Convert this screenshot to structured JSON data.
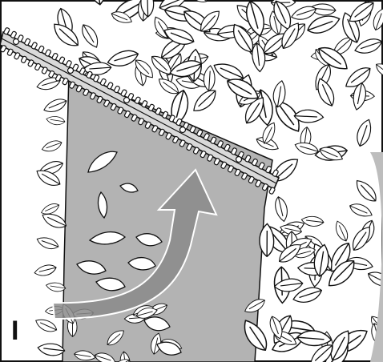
{
  "step": {
    "label": "I"
  },
  "colors": {
    "outline": "#111111",
    "hedge_fill": "#bdbdbd",
    "trimmed_face": "#b3b3b3",
    "leaf_fill": "#ffffff",
    "arrow_fill": "#8a8a8a",
    "blade": "#d9d9d9"
  },
  "icons": [
    "hedge-trimmer-blade",
    "curved-motion-arrow",
    "falling-leaves",
    "hedge"
  ]
}
